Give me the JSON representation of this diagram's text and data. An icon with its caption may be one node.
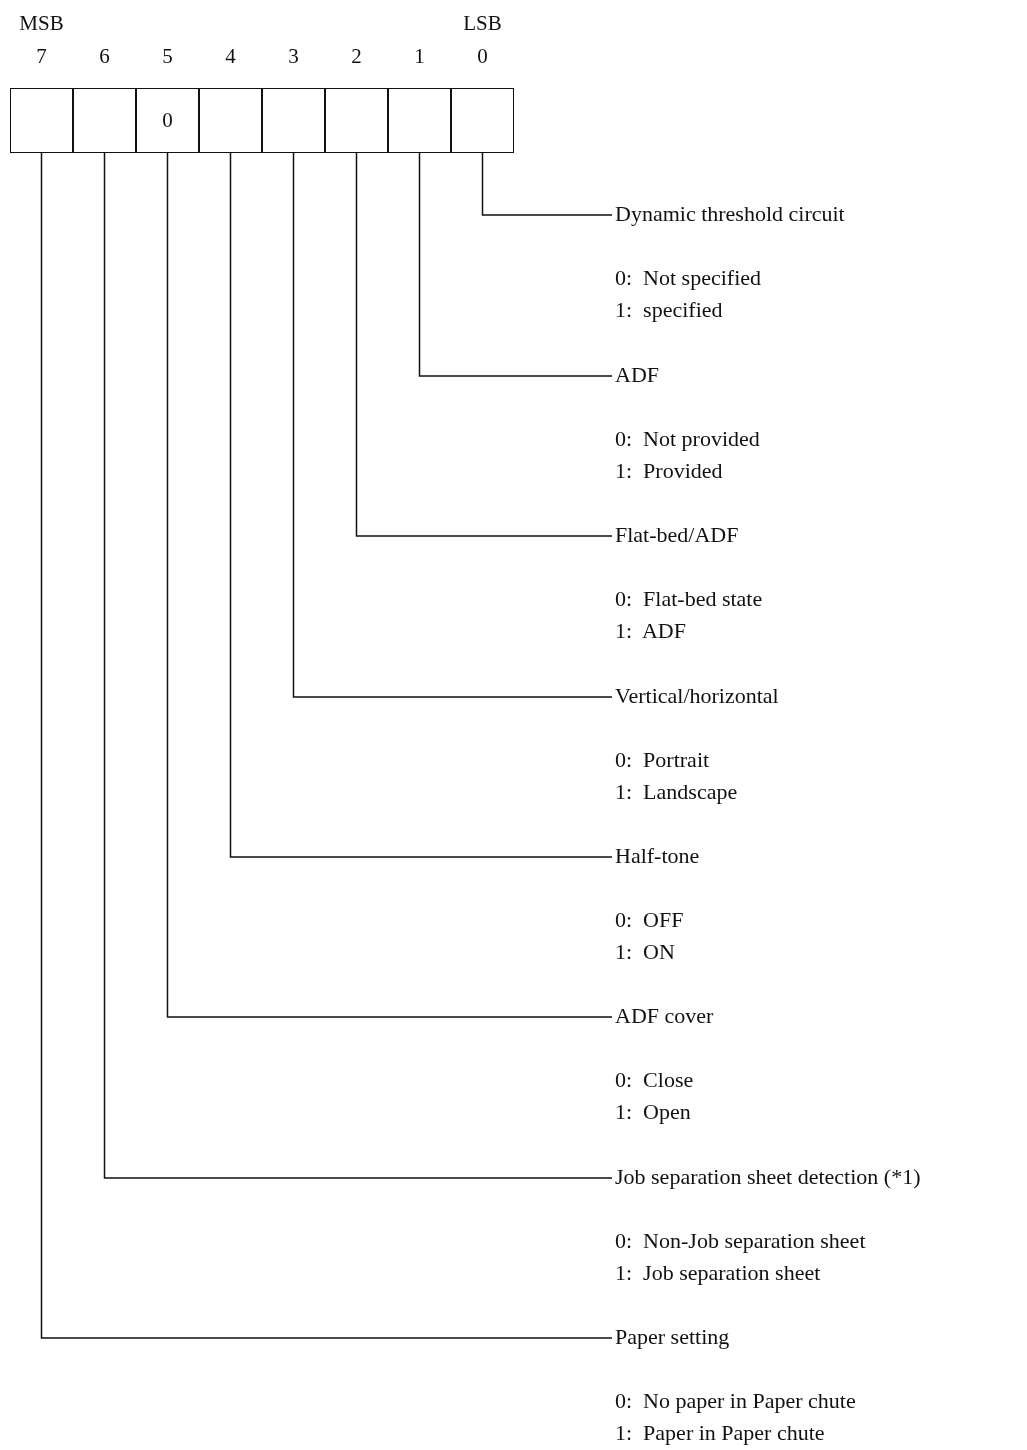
{
  "diagram": {
    "nodes": [
      {
        "text": [],
        "shape": "box",
        "beside": [
          "MSB",
          "7"
        ]
      },
      {
        "text": [],
        "shape": "box",
        "beside": [
          "6"
        ]
      },
      {
        "text": [
          "0"
        ],
        "beside": [
          "5"
        ]
      },
      {
        "text": [],
        "shape": "box",
        "beside": [
          "4"
        ]
      },
      {
        "text": [],
        "shape": "box",
        "beside": [
          "3"
        ]
      },
      {
        "text": [],
        "shape": "box",
        "beside": [
          "2"
        ]
      },
      {
        "text": [],
        "shape": "box",
        "beside": [
          "1"
        ]
      },
      {
        "text": [],
        "shape": "box",
        "beside": [
          "LSB",
          "0"
        ]
      },
      {
        "text": [
          "Dynamic threshold circuit",
          "0:  Not specified",
          "1:  specified"
        ]
      },
      {
        "text": [
          "ADF",
          "0:  Not provided",
          "1:  Provided"
        ]
      },
      {
        "text": [
          "Flat-bed/ADF",
          "0:  Flat-bed state",
          "1:  ADF"
        ]
      },
      {
        "text": [
          "Vertical/horizontal",
          "0:  Portrait",
          "1:  Landscape"
        ]
      },
      {
        "text": [
          "Half-tone",
          "0:  OFF",
          "1:  ON"
        ]
      },
      {
        "text": [
          "ADF cover",
          "0:  Close",
          "1:  Open"
        ]
      },
      {
        "text": [
          "Job separation sheet detection (*1)",
          "0:  Non-Job separation sheet",
          "1:  Job separation sheet"
        ]
      },
      {
        "text": [
          "Paper setting",
          "0:  No paper in Paper chute",
          "1:  Paper in Paper chute"
        ]
      }
    ],
    "edges": [
      {
        "from": 7,
        "to": 8,
        "arrow": "none"
      },
      {
        "from": 6,
        "to": 9,
        "arrow": "none"
      },
      {
        "from": 5,
        "to": 10,
        "arrow": "none"
      },
      {
        "from": 4,
        "to": 11,
        "arrow": "none"
      },
      {
        "from": 3,
        "to": 12,
        "arrow": "none"
      },
      {
        "from": 2,
        "to": 13,
        "arrow": "none"
      },
      {
        "from": 1,
        "to": 14,
        "arrow": "none"
      },
      {
        "from": 0,
        "to": 15,
        "arrow": "none"
      }
    ]
  }
}
